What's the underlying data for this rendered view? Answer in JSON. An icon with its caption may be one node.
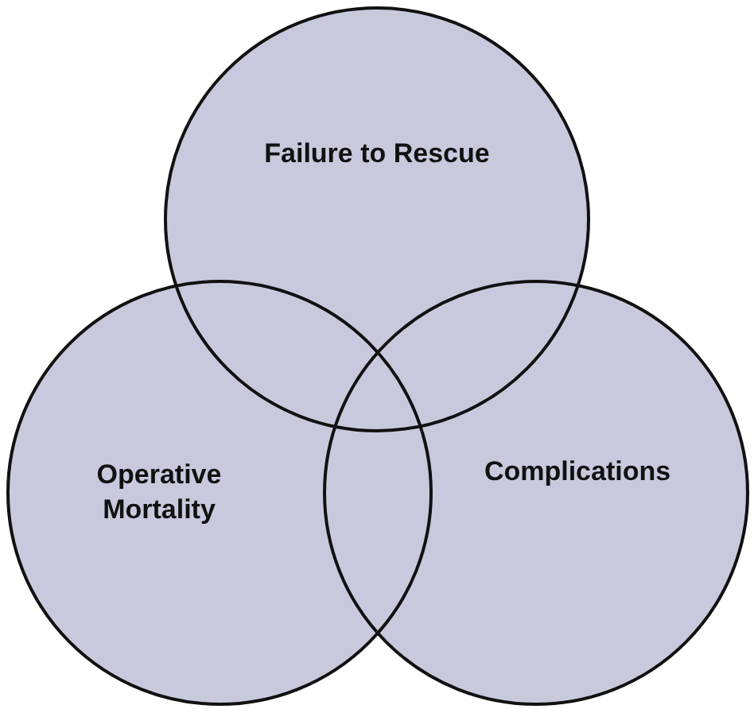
{
  "diagram": {
    "nodes": [
      {
        "text": [
          "Failure to Rescue"
        ]
      },
      {
        "text": [
          "Operative Mortality"
        ]
      },
      {
        "text": [
          "Complications"
        ]
      }
    ]
  }
}
